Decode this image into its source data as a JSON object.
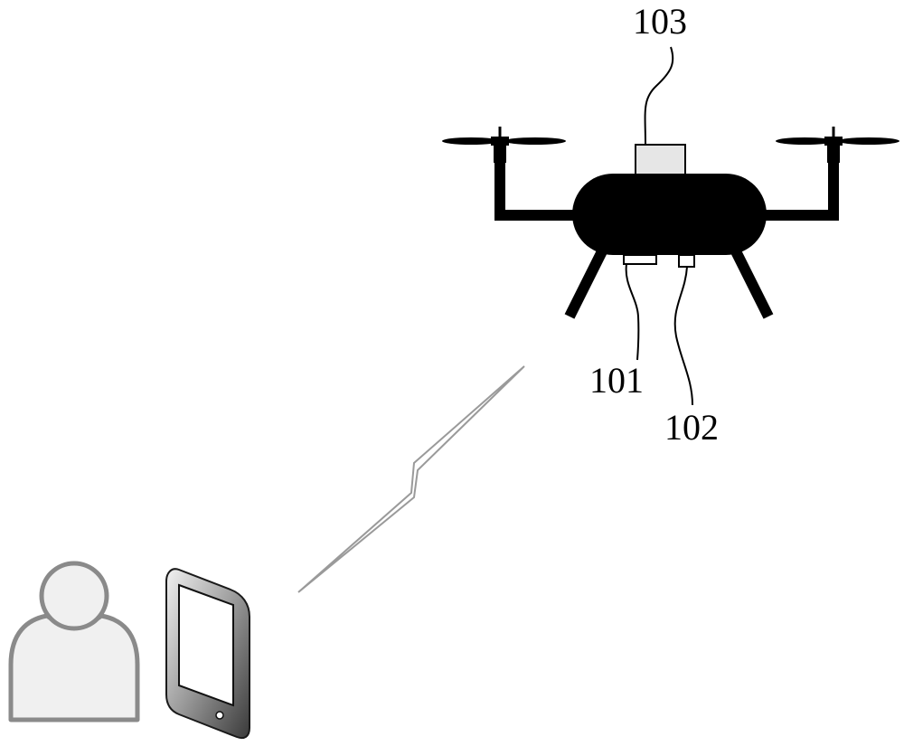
{
  "labels": {
    "camera_module": "101",
    "sensor_module": "102",
    "top_module": "103"
  },
  "colors": {
    "drone_body": "#000000",
    "top_module_fill": "#e6e6e6",
    "person_outline": "#8a8a8a",
    "person_fill": "#f0f0f0",
    "signal_stroke": "#9a9a9a",
    "phone_frame": "#2a2a2a",
    "phone_screen": "#ffffff"
  },
  "icons": {
    "person": "user-icon",
    "phone": "smartphone-icon",
    "signal": "wireless-signal-icon",
    "drone": "drone-icon"
  }
}
